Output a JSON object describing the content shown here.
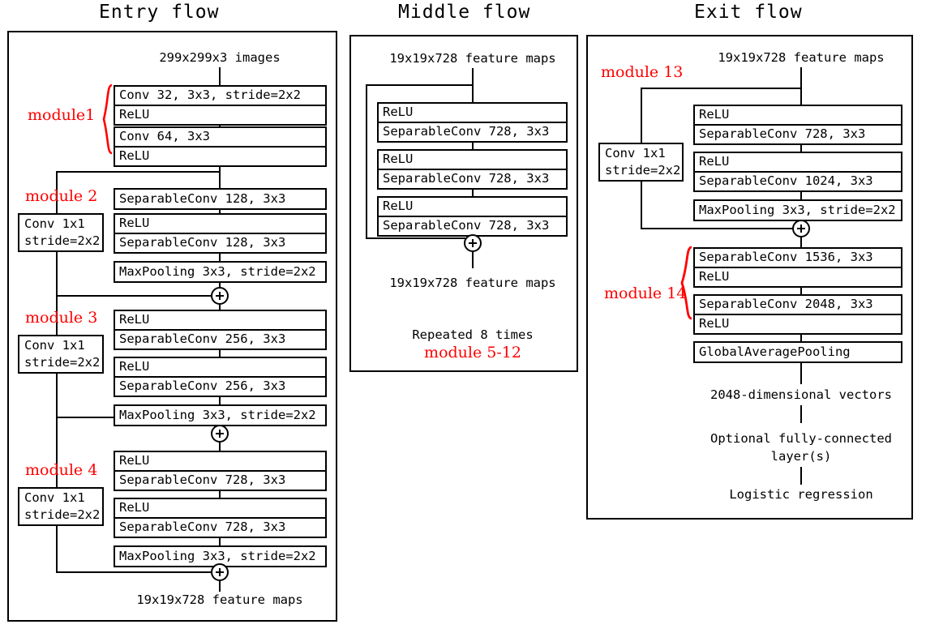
{
  "figure": {
    "title_entry": "Entry flow",
    "title_middle": "Middle flow",
    "title_exit": "Exit flow"
  },
  "entry_flow": {
    "input_label": "299x299x3 images",
    "output_label": "19x19x728 feature maps",
    "module1": {
      "label": "module1",
      "boxes": [
        {
          "rows": [
            "Conv 32, 3x3, stride=2x2",
            "ReLU"
          ]
        },
        {
          "rows": [
            "Conv 64, 3x3",
            "ReLU"
          ]
        }
      ]
    },
    "module2": {
      "label": "module 2",
      "shortcut": {
        "line1": "Conv 1x1",
        "line2": "stride=2x2"
      },
      "boxes": [
        {
          "rows": [
            "SeparableConv 128, 3x3"
          ]
        },
        {
          "rows": [
            "ReLU",
            "SeparableConv 128, 3x3"
          ]
        },
        {
          "rows": [
            "MaxPooling 3x3, stride=2x2"
          ]
        }
      ],
      "merge": "+"
    },
    "module3": {
      "label": "module 3",
      "shortcut": {
        "line1": "Conv 1x1",
        "line2": "stride=2x2"
      },
      "boxes": [
        {
          "rows": [
            "ReLU",
            "SeparableConv 256, 3x3"
          ]
        },
        {
          "rows": [
            "ReLU",
            "SeparableConv 256, 3x3"
          ]
        },
        {
          "rows": [
            "MaxPooling 3x3, stride=2x2"
          ]
        }
      ],
      "merge": "+"
    },
    "module4": {
      "label": "module 4",
      "shortcut": {
        "line1": "Conv 1x1",
        "line2": "stride=2x2"
      },
      "boxes": [
        {
          "rows": [
            "ReLU",
            "SeparableConv 728, 3x3"
          ]
        },
        {
          "rows": [
            "ReLU",
            "SeparableConv 728, 3x3"
          ]
        },
        {
          "rows": [
            "MaxPooling 3x3, stride=2x2"
          ]
        }
      ],
      "merge": "+"
    }
  },
  "middle_flow": {
    "input_label": "19x19x728 feature maps",
    "output_label": "19x19x728 feature maps",
    "repeat_label": "Repeated 8 times",
    "module_label": "module 5-12",
    "boxes": [
      {
        "rows": [
          "ReLU",
          "SeparableConv 728, 3x3"
        ]
      },
      {
        "rows": [
          "ReLU",
          "SeparableConv 728, 3x3"
        ]
      },
      {
        "rows": [
          "ReLU",
          "SeparableConv 728, 3x3"
        ]
      }
    ],
    "merge": "+"
  },
  "exit_flow": {
    "input_label": "19x19x728 feature maps",
    "vector_label": "2048-dimensional vectors",
    "fc_label_line1": "Optional fully-connected",
    "fc_label_line2": "layer(s)",
    "logistic_label": "Logistic regression",
    "module13": {
      "label": "module 13",
      "shortcut": {
        "line1": "Conv 1x1",
        "line2": "stride=2x2"
      },
      "boxes": [
        {
          "rows": [
            "ReLU",
            "SeparableConv 728, 3x3"
          ]
        },
        {
          "rows": [
            "ReLU",
            "SeparableConv 1024, 3x3"
          ]
        },
        {
          "rows": [
            "MaxPooling 3x3, stride=2x2"
          ]
        }
      ],
      "merge": "+"
    },
    "module14": {
      "label": "module 14",
      "boxes": [
        {
          "rows": [
            "SeparableConv 1536, 3x3",
            "ReLU"
          ]
        },
        {
          "rows": [
            "SeparableConv 2048, 3x3",
            "ReLU"
          ]
        }
      ]
    },
    "pooling_box": "GlobalAveragePooling"
  },
  "colors": {
    "line": "#000000",
    "annotation": "#ff0000",
    "background": "#ffffff"
  }
}
